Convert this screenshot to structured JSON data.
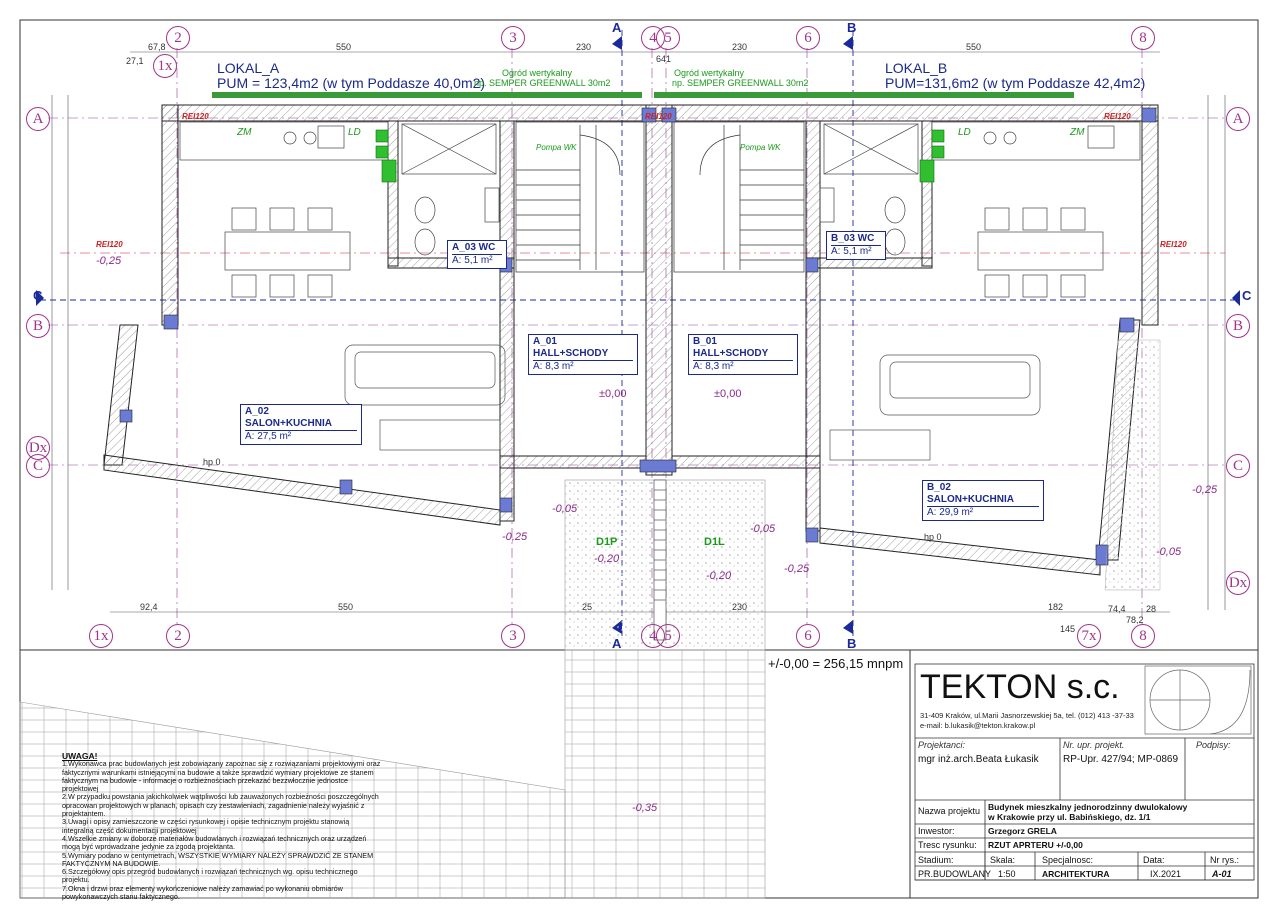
{
  "lokal_a": {
    "name": "LOKAL_A",
    "pum": "PUM = 123,4m2 (w tym Poddasze 40,0m2)"
  },
  "lokal_b": {
    "name": "LOKAL_B",
    "pum": "PUM=131,6m2 (w tym Poddasze 42,4m2)"
  },
  "garden_a": {
    "l1": "Ogród wertykalny",
    "l2": "np. SEMPER GREENWALL 30m2"
  },
  "garden_b": {
    "l1": "Ogród wertykalny",
    "l2": "np. SEMPER GREENWALL 30m2"
  },
  "grid_top": [
    "2",
    "3",
    "4",
    "5",
    "6",
    "8"
  ],
  "grid_side": [
    "A",
    "B",
    "Dx",
    "C"
  ],
  "grid_right": [
    "A",
    "B",
    "C",
    "Dx"
  ],
  "grid_bottom": [
    "1x",
    "2",
    "3",
    "4",
    "5",
    "6",
    "7x",
    "8"
  ],
  "grid_1x_top": "1x",
  "section_marks": {
    "a": "A",
    "b": "B",
    "c": "C"
  },
  "dims_top": [
    "67,8",
    "27,1",
    "550",
    "230",
    "641",
    "230",
    "550"
  ],
  "dims_bottom": [
    "92,4",
    "550",
    "25",
    "230",
    "182",
    "74,4",
    "28",
    "78,2",
    "145"
  ],
  "rooms": [
    {
      "name": "A_03 WC",
      "area": "A: 5,1 m²"
    },
    {
      "name": "B_03 WC",
      "area": "A: 5,1 m²"
    },
    {
      "name": "A_01 HALL+SCHODY",
      "area": "A: 8,3 m²"
    },
    {
      "name": "B_01 HALL+SCHODY",
      "area": "A: 8,3 m²"
    },
    {
      "name": "A_02 SALON+KUCHNIA",
      "area": "A: 27,5 m²"
    },
    {
      "name": "B_02 SALON+KUCHNIA",
      "area": "A: 29,9 m²"
    }
  ],
  "levels": {
    "zero": "±0,00",
    "m005": "-0,05",
    "m020": "-0,20",
    "m025": "-0,25",
    "m035": "-0,35"
  },
  "labels": {
    "rei": "REI120",
    "zm": "ZM",
    "ld": "LD",
    "pompa": "Pompa WK",
    "d1p": "D1P",
    "d1l": "D1L",
    "hp": "hp 0"
  },
  "elevation": "+/-0,00 = 256,15 mnpm",
  "company": {
    "name": "TEKTON s.c.",
    "address": "31-409 Kraków, ul.Marii Jasnorzewskiej 5a, tel. (012) 413 -37-33",
    "email": "e-mail: b.lukasik@tekton.krakow.pl"
  },
  "titleblock": {
    "projektanci_label": "Projektanci:",
    "nr_label": "Nr. upr. projekt.",
    "podpisy_label": "Podpisy:",
    "designer": "mgr inż.arch.Beata Łukasik",
    "license": "RP-Upr. 427/94; MP-0869",
    "nazwa_label": "Nazwa projektu",
    "project_l1": "Budynek mieszkalny jednorodzinny  dwulokalowy",
    "project_l2": "w Krakowie przy ul. Babińskiego, dz. 1/1",
    "inwestor_label": "Inwestor:",
    "investor": "Grzegorz GRELA",
    "tresc_label": "Tresc rysunku:",
    "drawing": "RZUT APRTERU +/-0,00",
    "stadium_label": "Stadium:",
    "skala_label": "Skala:",
    "spec_label": "Specjalnosc:",
    "data_label": "Data:",
    "nrrys_label": "Nr rys.:",
    "stadium": "PR.BUDOWLANY",
    "skala": "1:50",
    "spec": "ARCHITEKTURA",
    "data": "IX.2021",
    "nrrys": "A-01"
  },
  "notes": {
    "title": "UWAGA!",
    "n1": "1.Wykonawca prac budowlanych jest zobowiązany zapoznac się z rozwiązaniami projektowymi oraz faktycznymi warunkami istniejącymi na budowie a także sprawdzić wymiary projektowe ze stanem faktycznym na budowie - informacje o rozbieżnościach przekazać bezzwłocznie jednostce projektowej",
    "n2": "2.W przypadku powstania jakichkolwiek wątpliwości lub zauważonych rozbieżności poszczególnych opracowan projektowych w planach, opisach czy zestawieniach, zagadnienie należy wyjaśnić z projektantem.",
    "n3": "3.Uwagi i opisy zamieszczone w części rysunkowej i opisie technicznym projektu stanowią integralną część dokumentacji projektowej",
    "n4": "4.Wszelkie zmiany w doborze materiałów budowlanych i rozwiązań technicznych oraz urządzeń mogą być wprowadzane jedynie za zgodą projektanta.",
    "n5": "5.Wymiary podano w centymetrach, WSZYSTKIE WYMIARY NALEŻY SPRAWDZIĆ ZE STANEM FAKTYCZNYM NA BUDOWIE.",
    "n6": "6.Szczegółowy opis przegród budowlanych i rozwiązań technicznych wg. opisu technicznego projektu.",
    "n7": "7.Okna i drzwi oraz elementy wykończeniowe należy zamawiać po wykonaniu obmiarów powykonawczych stanu faktycznego."
  }
}
